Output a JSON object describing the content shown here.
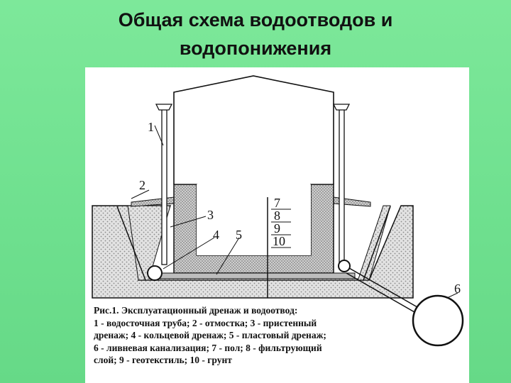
{
  "slide": {
    "title_line1": "Общая схема водоотводов и",
    "title_line2": "водопонижения"
  },
  "figure": {
    "labels": {
      "l1": "1",
      "l2": "2",
      "l3": "3",
      "l4": "4",
      "l5": "5",
      "l6": "6",
      "l7": "7",
      "l8": "8",
      "l9": "9",
      "l10": "10"
    },
    "caption": [
      "Рис.1. Эксплуатационный дренаж и водоотвод:",
      " 1 -  водосточная  труба; 2 - отмостка; 3 - пристенный",
      "дренаж; 4 - кольцевой  дренаж; 5 - пластовый  дренаж;",
      "6 - ливневая канализация; 7 - пол; 8 - фильтрующий",
      "слой; 9 - геотекстиль; 10 - грунт"
    ]
  },
  "colors": {
    "background": "#6fe08f",
    "soil": "#d8d8d8",
    "line": "#111111"
  }
}
